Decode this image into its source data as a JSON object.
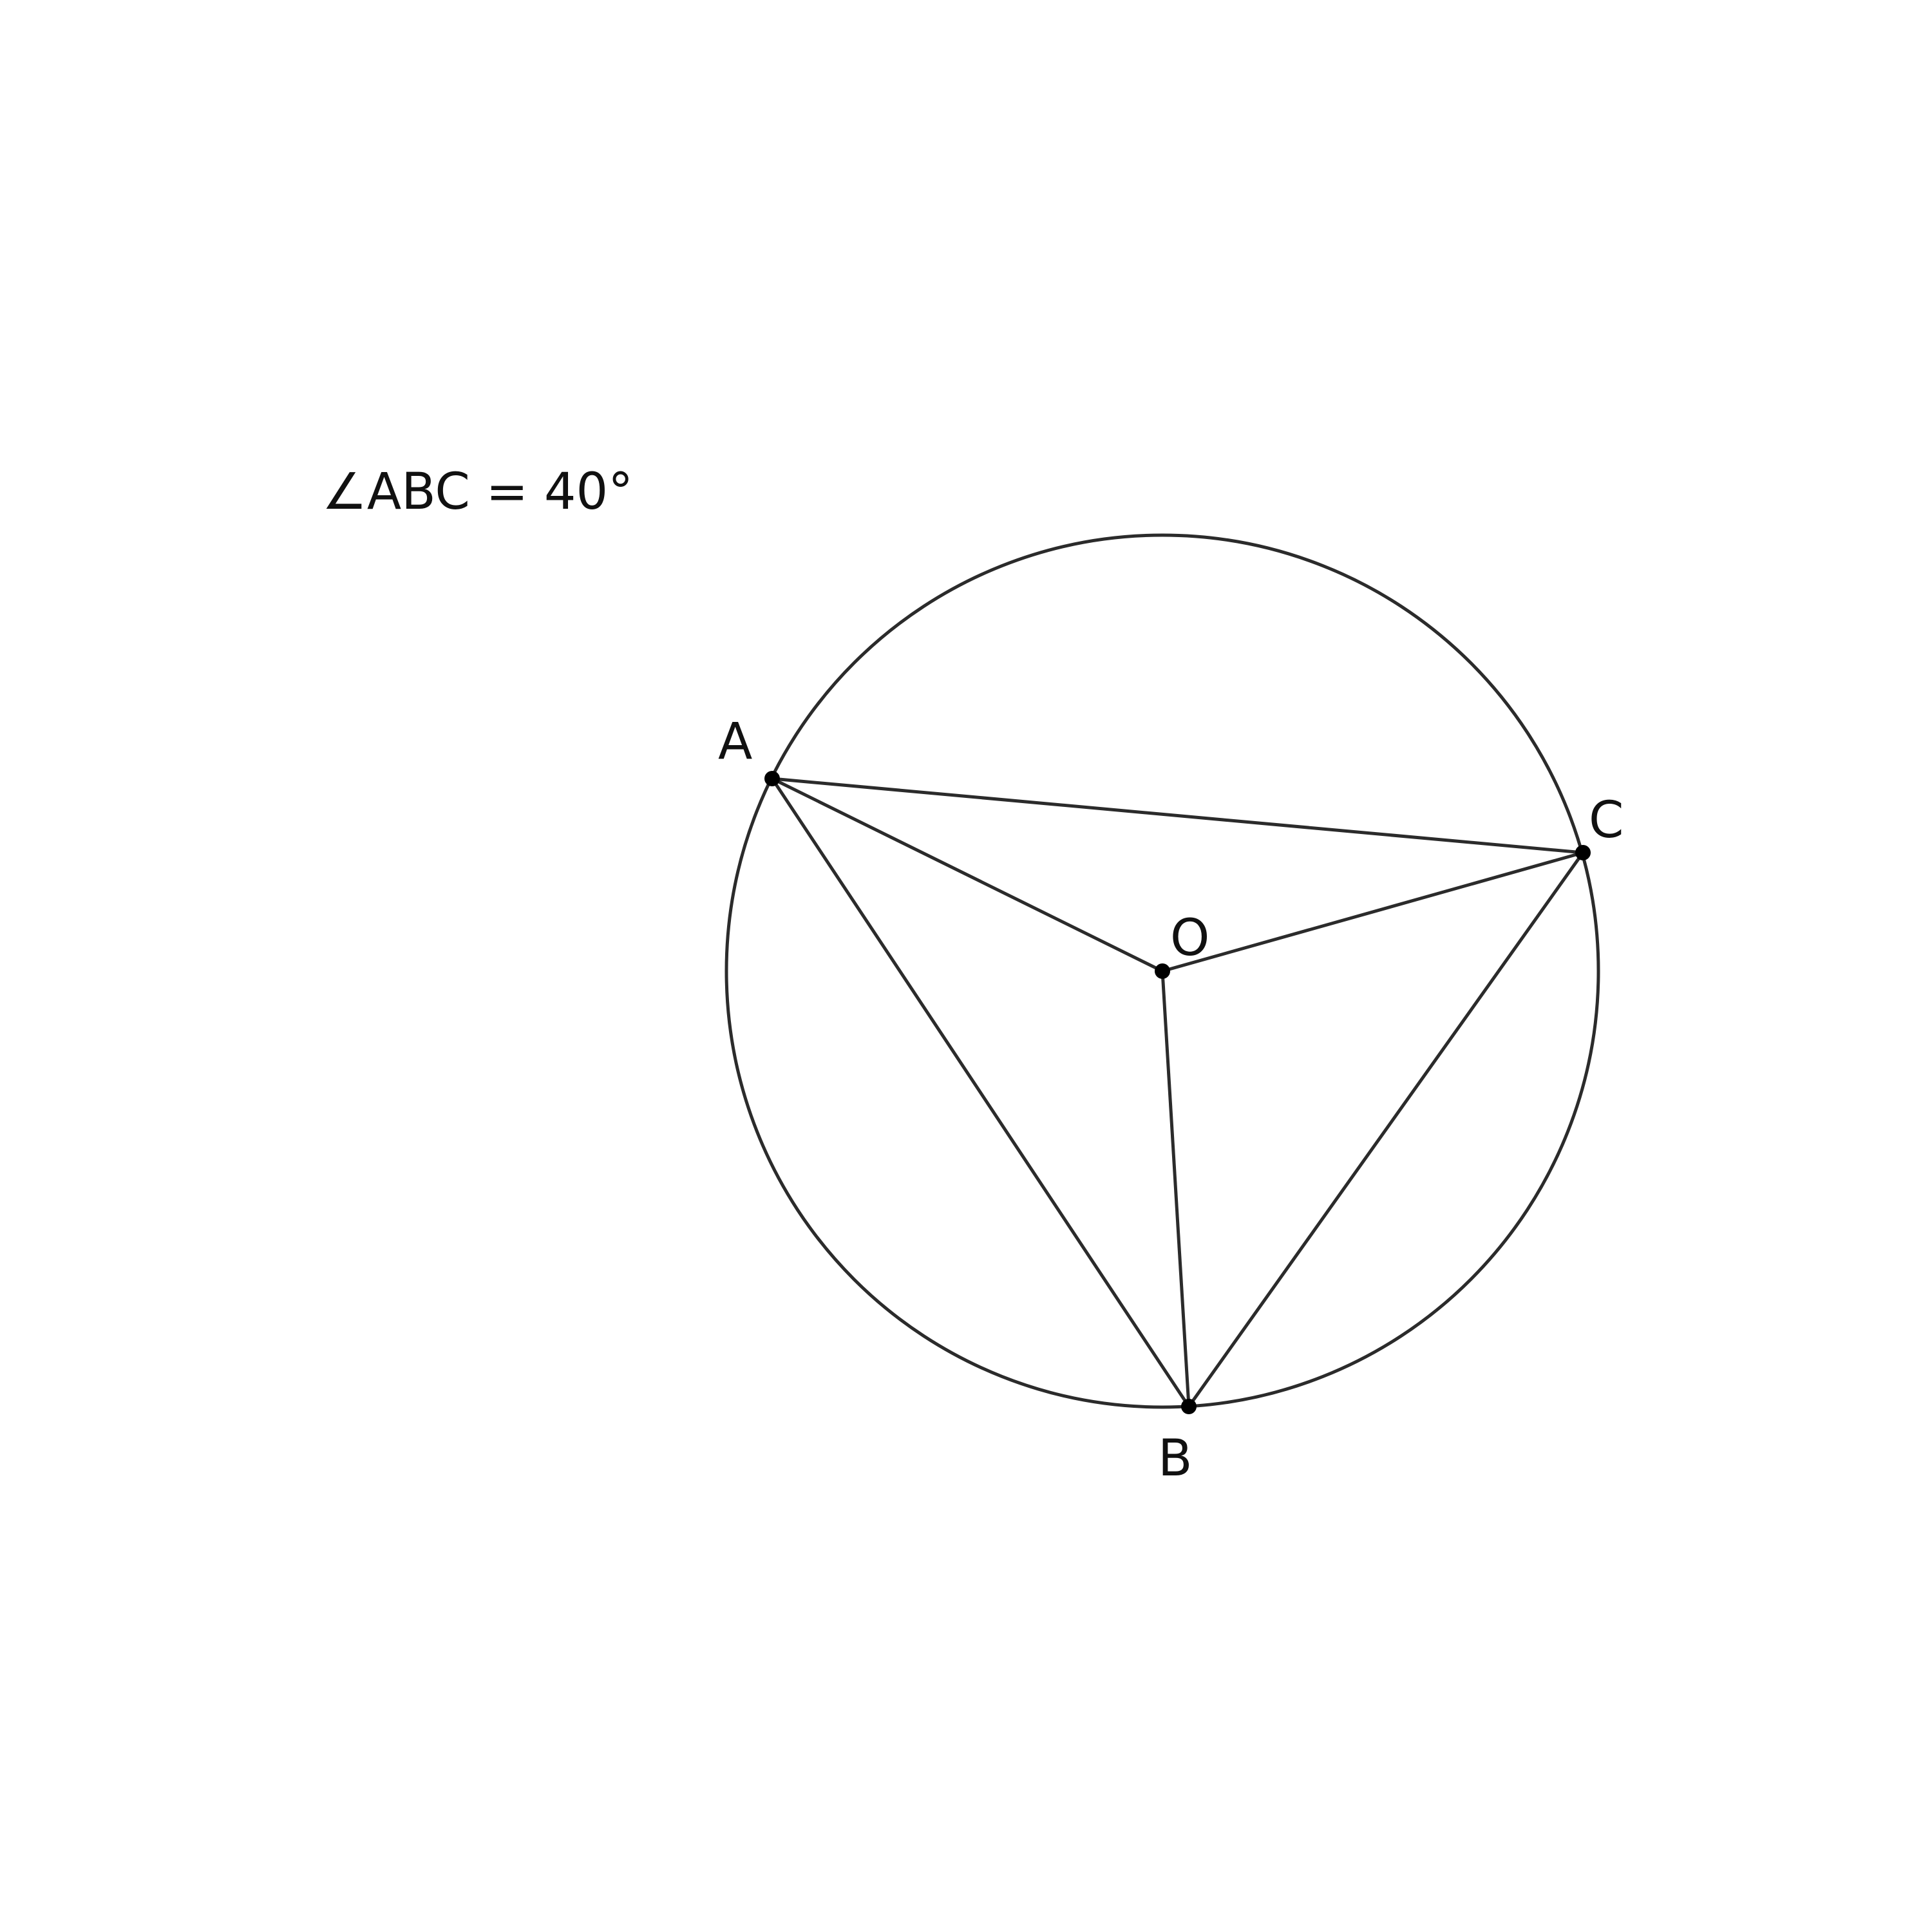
{
  "given": {
    "text": "∠ABC = 40°"
  },
  "points": {
    "A": "A",
    "B": "B",
    "C": "C",
    "O": "O"
  },
  "colors": {
    "stroke": "#2b2b2b",
    "point": "#000000",
    "background": "#ffffff"
  }
}
